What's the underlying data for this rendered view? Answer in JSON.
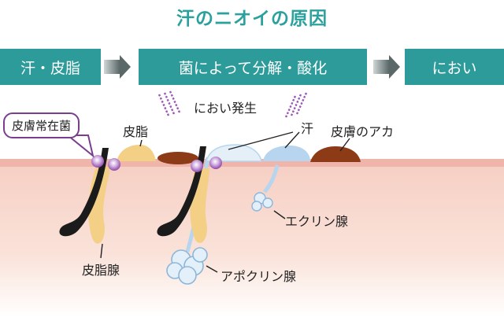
{
  "title": "汗のニオイの原因",
  "steps": [
    "汗・皮脂",
    "菌によって分解・酸化",
    "におい"
  ],
  "labels": {
    "resident_bacteria": "皮膚常在菌",
    "sebum": "皮脂",
    "odor": "におい発生",
    "sweat": "汗",
    "skin_grime": "皮膚のアカ",
    "eccrine": "エクリン腺",
    "sebaceous": "皮脂腺",
    "apocrine": "アポクリン腺"
  },
  "colors": {
    "teal": "#2e9b9b",
    "title": "#2aa19d",
    "skin_top": "#f1b7ae",
    "skin_body": "#f9ddd4",
    "sebum": "#f4cf86",
    "sweat": "#b7d5ee",
    "grime": "#8d3a16",
    "bacteria": "#9d5ab7",
    "odor_lines": "#9c57b6"
  }
}
